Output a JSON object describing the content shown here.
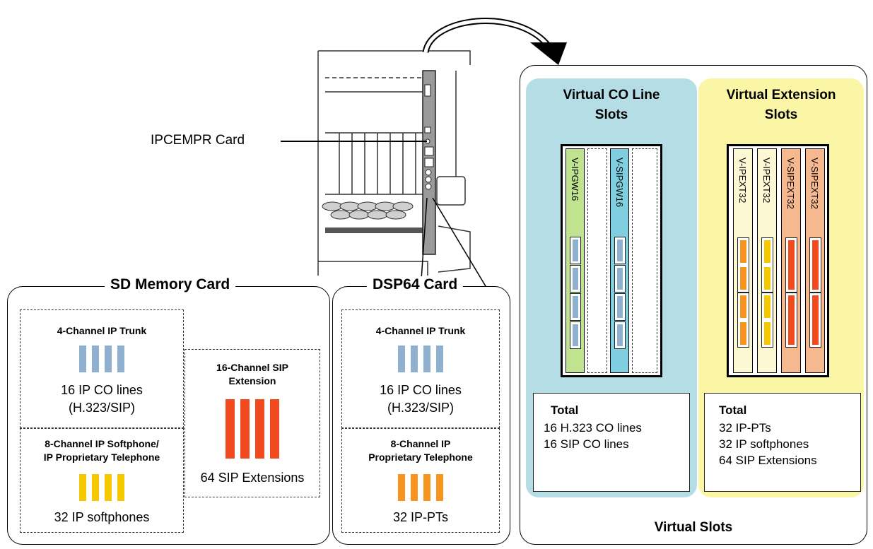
{
  "callout": {
    "label": "IPCEMPR Card"
  },
  "sd_card": {
    "title": "SD Memory Card",
    "trunk": {
      "heading": "4-Channel IP Trunk",
      "line1": "16 IP CO lines",
      "line2": "(H.323/SIP)"
    },
    "softphone": {
      "heading1": "8-Channel IP Softphone/",
      "heading2": "IP Proprietary Telephone",
      "text": "32 IP softphones"
    },
    "sip": {
      "heading1": "16-Channel SIP",
      "heading2": "Extension",
      "text": "64 SIP Extensions"
    }
  },
  "dsp_card": {
    "title": "DSP64 Card",
    "trunk": {
      "heading": "4-Channel IP Trunk",
      "line1": "16 IP CO lines",
      "line2": "(H.323/SIP)"
    },
    "pt": {
      "heading1": "8-Channel IP",
      "heading2": "Proprietary Telephone",
      "text": "32 IP-PTs"
    }
  },
  "virtual": {
    "footer": "Virtual Slots",
    "co": {
      "heading1": "Virtual CO Line",
      "heading2": "Slots",
      "cards": [
        "V-IPGW16",
        "V-SIPGW16"
      ],
      "total_label": "Total",
      "total_lines": [
        "16 H.323 CO lines",
        "16 SIP CO lines"
      ]
    },
    "ext": {
      "heading1": "Virtual Extension",
      "heading2": "Slots",
      "cards": [
        "V-IPEXT32",
        "V-IPEXT32",
        "V-SIPEXT32",
        "V-SIPEXT32"
      ],
      "total_label": "Total",
      "total_lines": [
        "32 IP-PTs",
        "32 IP softphones",
        "64 SIP Extensions"
      ]
    }
  },
  "colors": {
    "trunk_blue": "#8fb0cf",
    "softphone_yellow": "#f5c800",
    "sip_red": "#f04a1e",
    "pt_orange": "#f7941d",
    "co_bg": "#b4dde6",
    "ext_bg": "#fbf5a6",
    "card_green": "#bfe38f",
    "card_cyan": "#7fcfe0",
    "card_cream": "#fdf8d4",
    "card_salmon": "#f6b98f"
  }
}
